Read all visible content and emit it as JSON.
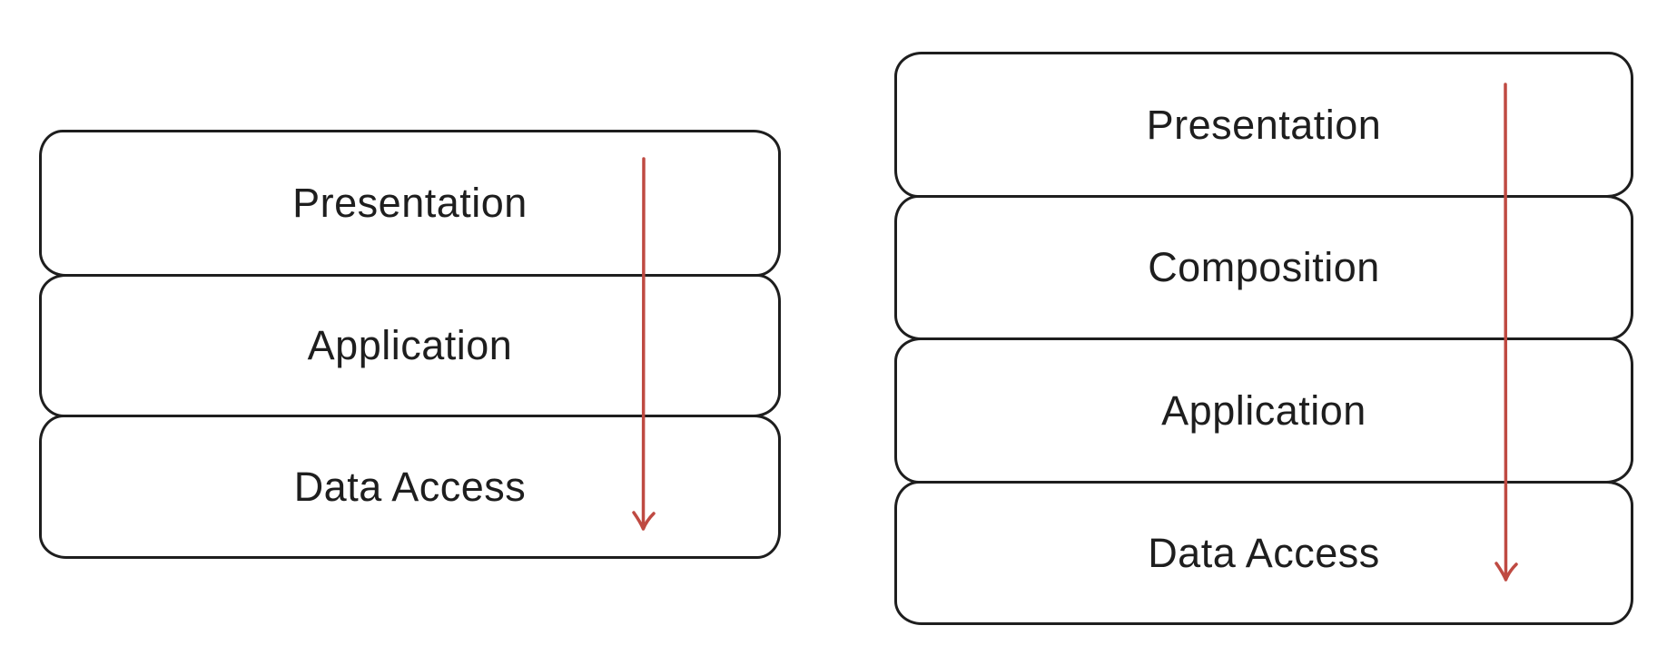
{
  "diagrams": [
    {
      "name": "three-layer-architecture",
      "layers": [
        "Presentation",
        "Application",
        "Data Access"
      ],
      "arrow_direction": "down"
    },
    {
      "name": "four-layer-architecture",
      "layers": [
        "Presentation",
        "Composition",
        "Application",
        "Data Access"
      ],
      "arrow_direction": "down"
    }
  ],
  "colors": {
    "box_border": "#1e1e1e",
    "label_text": "#1e1e1e",
    "arrow": "#bf4a42",
    "background": "#ffffff"
  }
}
